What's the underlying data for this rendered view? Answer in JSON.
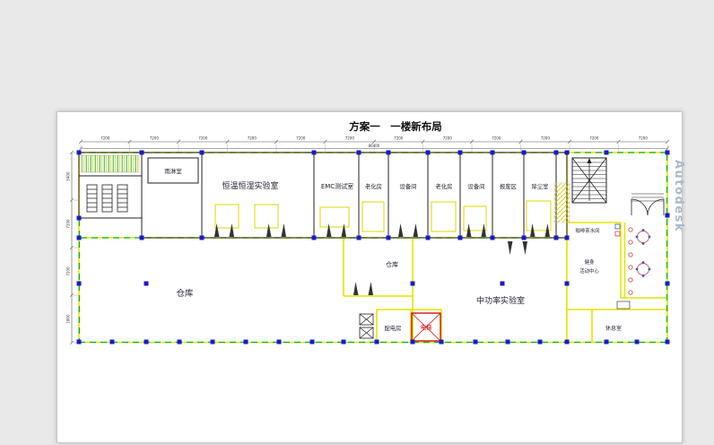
{
  "title": "方案一　一楼新布局",
  "watermark": "Autodesk",
  "rooms": {
    "rain": "雨淋室",
    "climate_lab": "恒温恒湿实验室",
    "emc": "EMC测试室",
    "aging1": "老化房",
    "equip1": "设备间",
    "aging2": "老化房",
    "equip2": "设备间",
    "scrap": "报废区",
    "dust": "除尘室",
    "warehouse_main": "仓库",
    "warehouse_small": "仓库",
    "mid_power_lab": "中功率实验室",
    "power_room": "配电房",
    "elevator": "电梯",
    "coffee": "咖啡茶水间",
    "fitness_line1": "健身",
    "fitness_line2": "活动中心",
    "lounge": "休息室"
  },
  "dims": {
    "top": [
      "7200",
      "7200",
      "7200",
      "7200",
      "7200",
      "7200",
      "7200",
      "7200",
      "7200",
      "7200",
      "7200",
      "7200"
    ],
    "top_total": "86400",
    "left": [
      "5400",
      "7200",
      "7200",
      "1800"
    ]
  },
  "colors": {
    "wall_yellow": "#e4e400",
    "grid_green": "#00b33c",
    "column_blue": "#1a1acd",
    "elevator_red": "#d00000"
  }
}
